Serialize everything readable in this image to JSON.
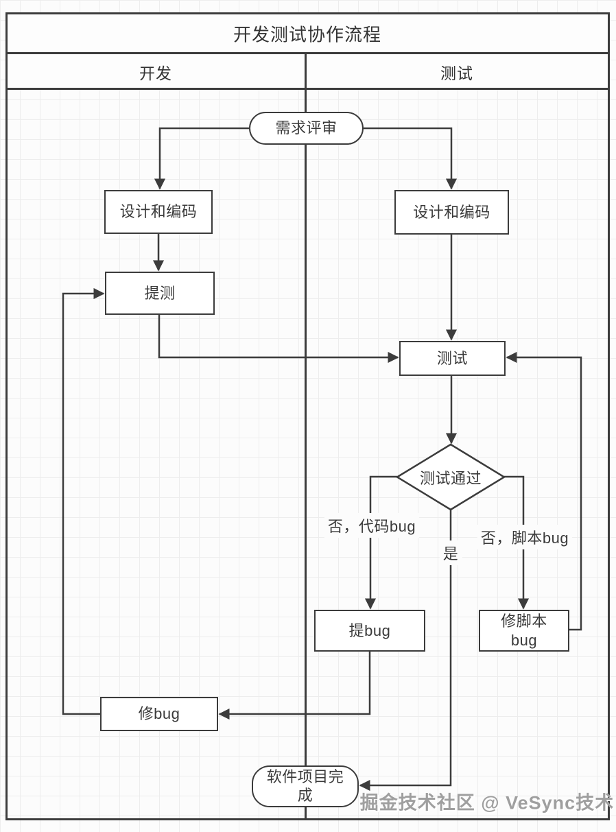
{
  "diagram": {
    "title": "开发测试协作流程",
    "lanes": [
      {
        "label": "开发"
      },
      {
        "label": "测试"
      }
    ],
    "nodes": {
      "req_review": {
        "label": "需求评审",
        "shape": "terminator"
      },
      "design_dev": {
        "label": "设计和编码",
        "shape": "process"
      },
      "design_test": {
        "label": "设计和编码",
        "shape": "process"
      },
      "submit_test": {
        "label": "提测",
        "shape": "process"
      },
      "test": {
        "label": "测试",
        "shape": "process"
      },
      "test_passed": {
        "label": "测试通过",
        "shape": "decision"
      },
      "submit_bug": {
        "label": "提bug",
        "shape": "process"
      },
      "fix_script_bug": {
        "label": "修脚本bug",
        "shape": "process"
      },
      "fix_bug": {
        "label": "修bug",
        "shape": "process"
      },
      "project_complete": {
        "label": "软件项目完成",
        "shape": "terminator"
      }
    },
    "edge_labels": {
      "no_code_bug": "否，代码bug",
      "yes": "是",
      "no_script_bug": "否，脚本bug"
    },
    "watermark": "掘金技术社区 @ VeSync技术",
    "colors": {
      "line": "#3c3c3c",
      "text": "#333333",
      "node_fill": "#ffffff",
      "background": "#fcfcfc",
      "grid": "#ededed",
      "watermark": "#9f9f9f"
    }
  }
}
